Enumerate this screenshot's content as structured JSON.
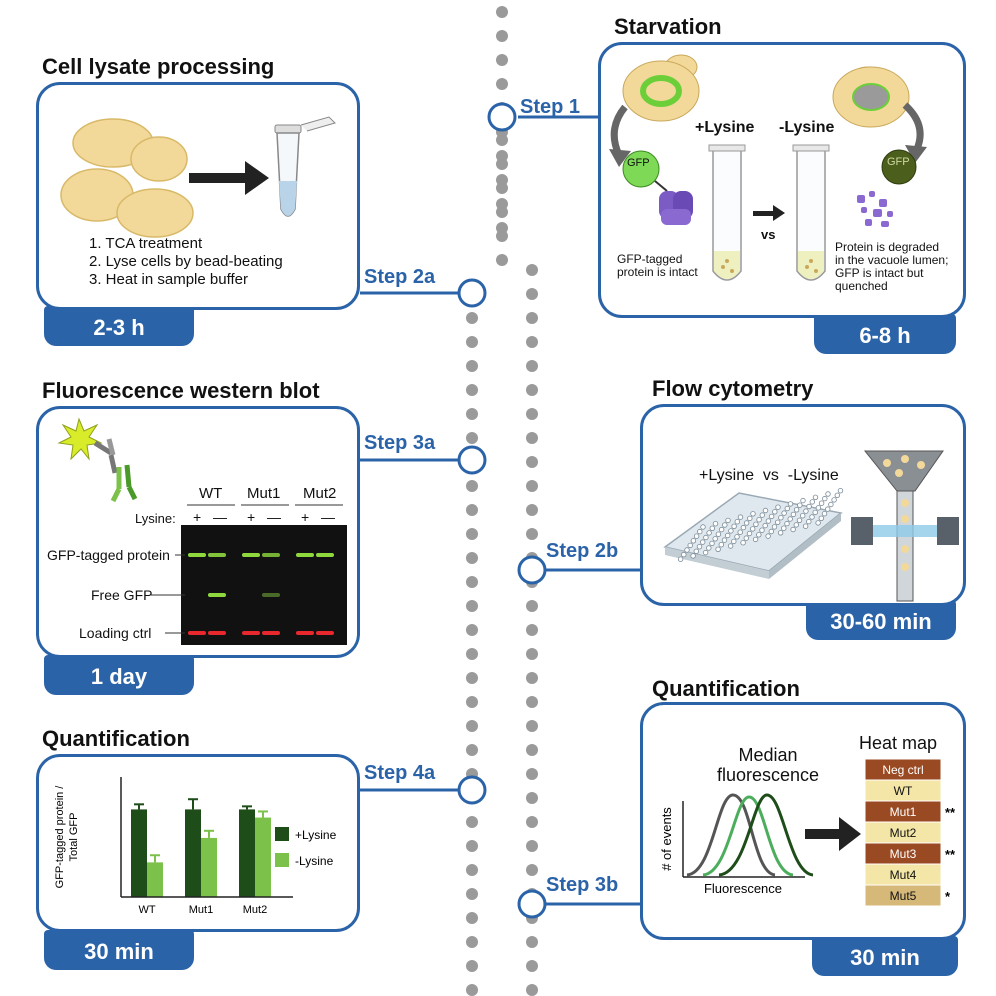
{
  "left": {
    "lysate": {
      "heading": "Cell lysate processing",
      "steps": [
        "1. TCA treatment",
        "2. Lyse cells by bead-beating",
        "3. Heat in sample buffer"
      ],
      "time": "2-3 h",
      "step_label": "Step 2a"
    },
    "western": {
      "heading": "Fluorescence western blot",
      "time": "1 day",
      "step_label": "Step 3a",
      "lane_groups": [
        "WT",
        "Mut1",
        "Mut2"
      ],
      "lysine_label": "Lysine:",
      "plus_minus": [
        "+",
        "—",
        "+",
        "—",
        "+",
        "—"
      ],
      "row_labels": [
        "GFP-tagged protein",
        "Free GFP",
        "Loading ctrl"
      ]
    },
    "quant": {
      "heading": "Quantification",
      "time": "30 min",
      "step_label": "Step 4a"
    }
  },
  "right": {
    "starvation": {
      "heading": "Starvation",
      "step_label": "Step 1",
      "time": "6-8 h",
      "plus_lysine": "+Lysine",
      "minus_lysine": "-Lysine",
      "vs": "vs",
      "gfp": "GFP",
      "intact_caption": [
        "GFP-tagged",
        "protein is intact"
      ],
      "degraded_caption": [
        "Protein is degraded",
        "in the vacuole lumen;",
        "GFP is intact but",
        "quenched"
      ]
    },
    "flow": {
      "heading": "Flow cytometry",
      "step_label": "Step 2b",
      "time": "30-60 min",
      "comparison": "+Lysine  vs  -Lysine"
    },
    "quant": {
      "heading": "Quantification",
      "step_label": "Step 3b",
      "time": "30 min",
      "median_label": [
        "Median",
        "fluorescence"
      ],
      "xlabel": "Fluorescence",
      "ylabel": "# of events",
      "heatmap_title": "Heat map",
      "heatmap_rows": [
        {
          "label": "Neg ctrl",
          "color": "#9a4a22",
          "mark": ""
        },
        {
          "label": "WT",
          "color": "#f4e6a6",
          "mark": ""
        },
        {
          "label": "Mut1",
          "color": "#9a4a22",
          "mark": "**"
        },
        {
          "label": "Mut2",
          "color": "#f4e6a6",
          "mark": ""
        },
        {
          "label": "Mut3",
          "color": "#9a4a22",
          "mark": "**"
        },
        {
          "label": "Mut4",
          "color": "#f4e6a6",
          "mark": ""
        },
        {
          "label": "Mut5",
          "color": "#d6b878",
          "mark": "*"
        }
      ]
    }
  },
  "chart_data": {
    "type": "bar",
    "categories": [
      "WT",
      "Mut1",
      "Mut2"
    ],
    "series": [
      {
        "name": "+Lysine",
        "values": [
          0.86,
          0.86,
          0.86
        ],
        "errors": [
          0.05,
          0.1,
          0.03
        ],
        "color": "#1e4d1a"
      },
      {
        "name": "-Lysine",
        "values": [
          0.34,
          0.58,
          0.78
        ],
        "errors": [
          0.07,
          0.07,
          0.06
        ],
        "color": "#7cc24a"
      }
    ],
    "title": "",
    "xlabel": "",
    "ylabel": "GFP-tagged protein / Total GFP",
    "ylim": [
      0,
      1.08
    ],
    "legend": "right",
    "grid": false
  },
  "colors": {
    "accent": "#2b63a8",
    "dots": "#9a9a9a",
    "gfp_green": "#7ed957",
    "dark_green": "#1e4d1a",
    "light_green": "#7cc24a",
    "yeast": "#f2d99a",
    "blot_band": "#8fd93f",
    "loading_band": "#e8282d"
  }
}
